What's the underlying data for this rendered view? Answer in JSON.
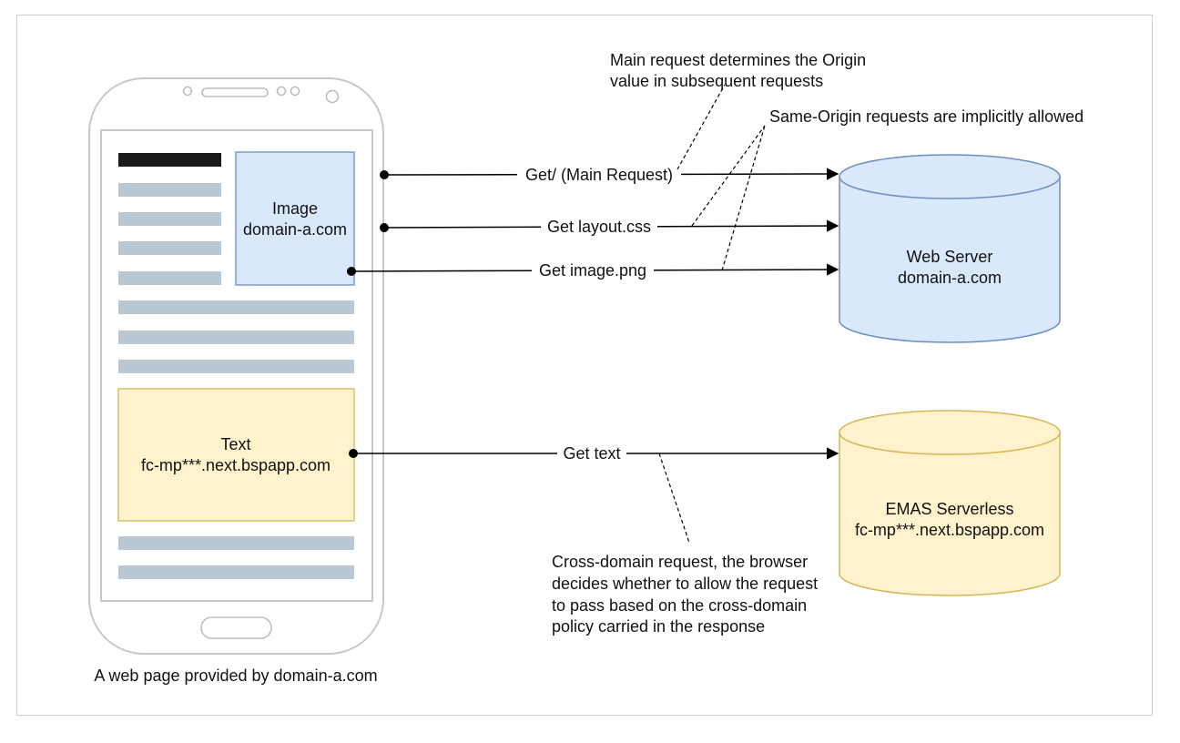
{
  "phone": {
    "caption": "A web page provided by domain-a.com",
    "image_box": {
      "line1": "Image",
      "line2": "domain-a.com"
    },
    "text_box": {
      "line1": "Text",
      "line2": "fc-mp***.next.bspapp.com"
    }
  },
  "servers": {
    "web": {
      "line1": "Web Server",
      "line2": "domain-a.com"
    },
    "emas": {
      "line1": "EMAS Serverless",
      "line2": "fc-mp***.next.bspapp.com"
    }
  },
  "requests": {
    "main": "Get/ (Main Request)",
    "css": "Get layout.css",
    "image": "Get image.png",
    "text": "Get text"
  },
  "annotations": {
    "origin": [
      "Main request determines the Origin",
      "value in subsequent requests"
    ],
    "same_origin": "Same-Origin requests are implicitly allowed",
    "cross_domain": [
      "Cross-domain request, the browser",
      "decides whether to allow the request",
      "to pass based on the cross-domain",
      "policy carried in the response"
    ]
  },
  "colors": {
    "blue_fill": "#dae8fc",
    "blue_stroke": "#6c8ebf",
    "yellow_fill": "#fff2cc",
    "yellow_stroke": "#d6b656",
    "bar": "#bac8d3",
    "header_bar": "#1a1a1a"
  }
}
